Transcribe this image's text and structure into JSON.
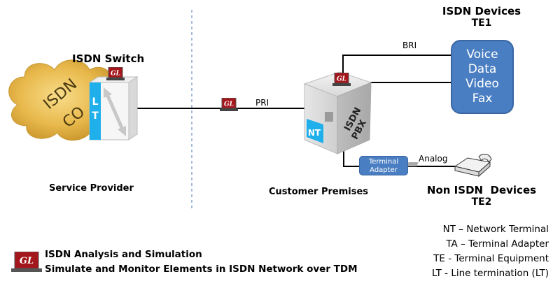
{
  "diagram": {
    "isdn_switch": {
      "title": "ISDN Switch",
      "lt_label": "LT"
    },
    "cloud": {
      "line1": "ISDN",
      "line2": "CO"
    },
    "service_provider": "Service Provider",
    "customer_premises": "Customer Premises",
    "pri_label": "PRI",
    "bri_label": "BRI",
    "analog_label": "Analog",
    "pbx": {
      "line1": "ISDN",
      "line2": "PBX",
      "nt_label": "NT"
    },
    "isdn_devices": {
      "title": "ISDN Devices",
      "subtitle": "TE1",
      "items": [
        "Voice",
        "Data",
        "Video",
        "Fax"
      ]
    },
    "terminal_adapter": {
      "line1": "Terminal",
      "line2": "Adapter"
    },
    "non_isdn_devices": {
      "title": "Non ISDN  Devices",
      "subtitle": "TE2"
    },
    "gl_badge": "GL",
    "legend": [
      "NT – Network Terminal",
      "TA – Terminal Adapter",
      "TE - Terminal Equipment",
      "LT - Line termination (LT)"
    ],
    "footer": {
      "line1": "ISDN Analysis and Simulation",
      "line2": "Simulate and Monitor Elements in ISDN Network over TDM"
    },
    "colors": {
      "accent_blue": "#4a7ec2",
      "lt_nt_cyan": "#1fb0ec",
      "cloud_gold": "#e6b74a",
      "gl_red": "#a3161b"
    }
  }
}
